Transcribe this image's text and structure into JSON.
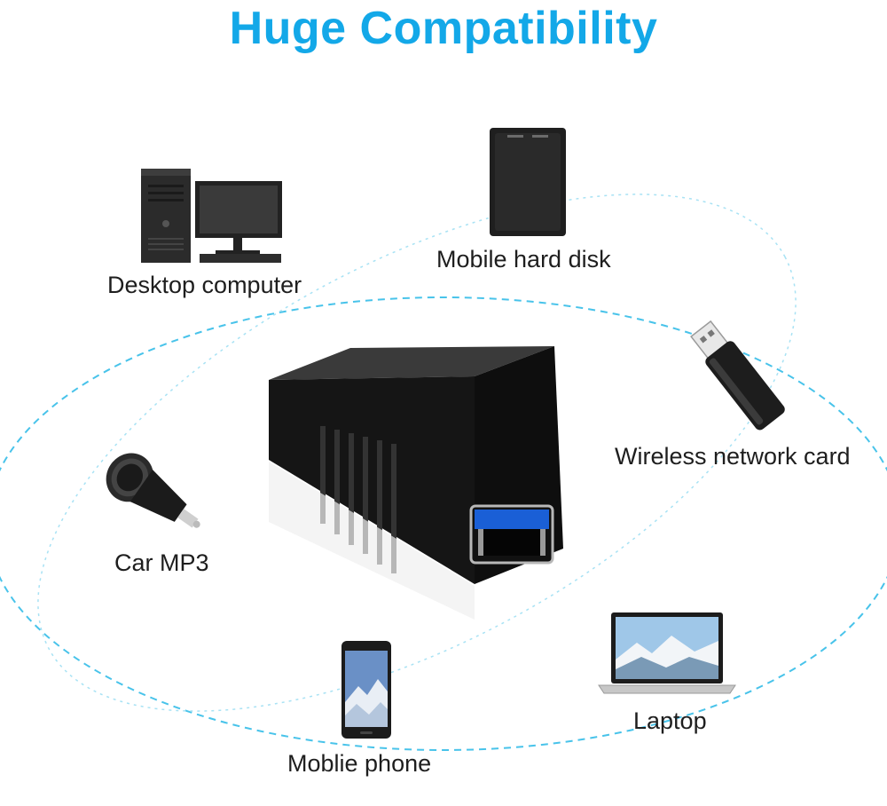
{
  "title": "Huge Compatibility",
  "devices": {
    "desktop": {
      "label": "Desktop computer",
      "icon": "desktop-computer-icon"
    },
    "hard_disk": {
      "label": "Mobile hard disk",
      "icon": "hard-disk-icon"
    },
    "wireless": {
      "label": "Wireless network card",
      "icon": "usb-dongle-icon"
    },
    "car": {
      "label": "Car MP3",
      "icon": "car-charger-icon"
    },
    "phone": {
      "label": "Moblie phone",
      "icon": "phone-icon"
    },
    "laptop": {
      "label": "Laptop",
      "icon": "laptop-icon"
    }
  },
  "product": {
    "icon": "usb-coupler-icon"
  },
  "colors": {
    "title": "#13a8e8",
    "orbit": "#48c3ea",
    "usb_blue": "#1a5fd6"
  }
}
